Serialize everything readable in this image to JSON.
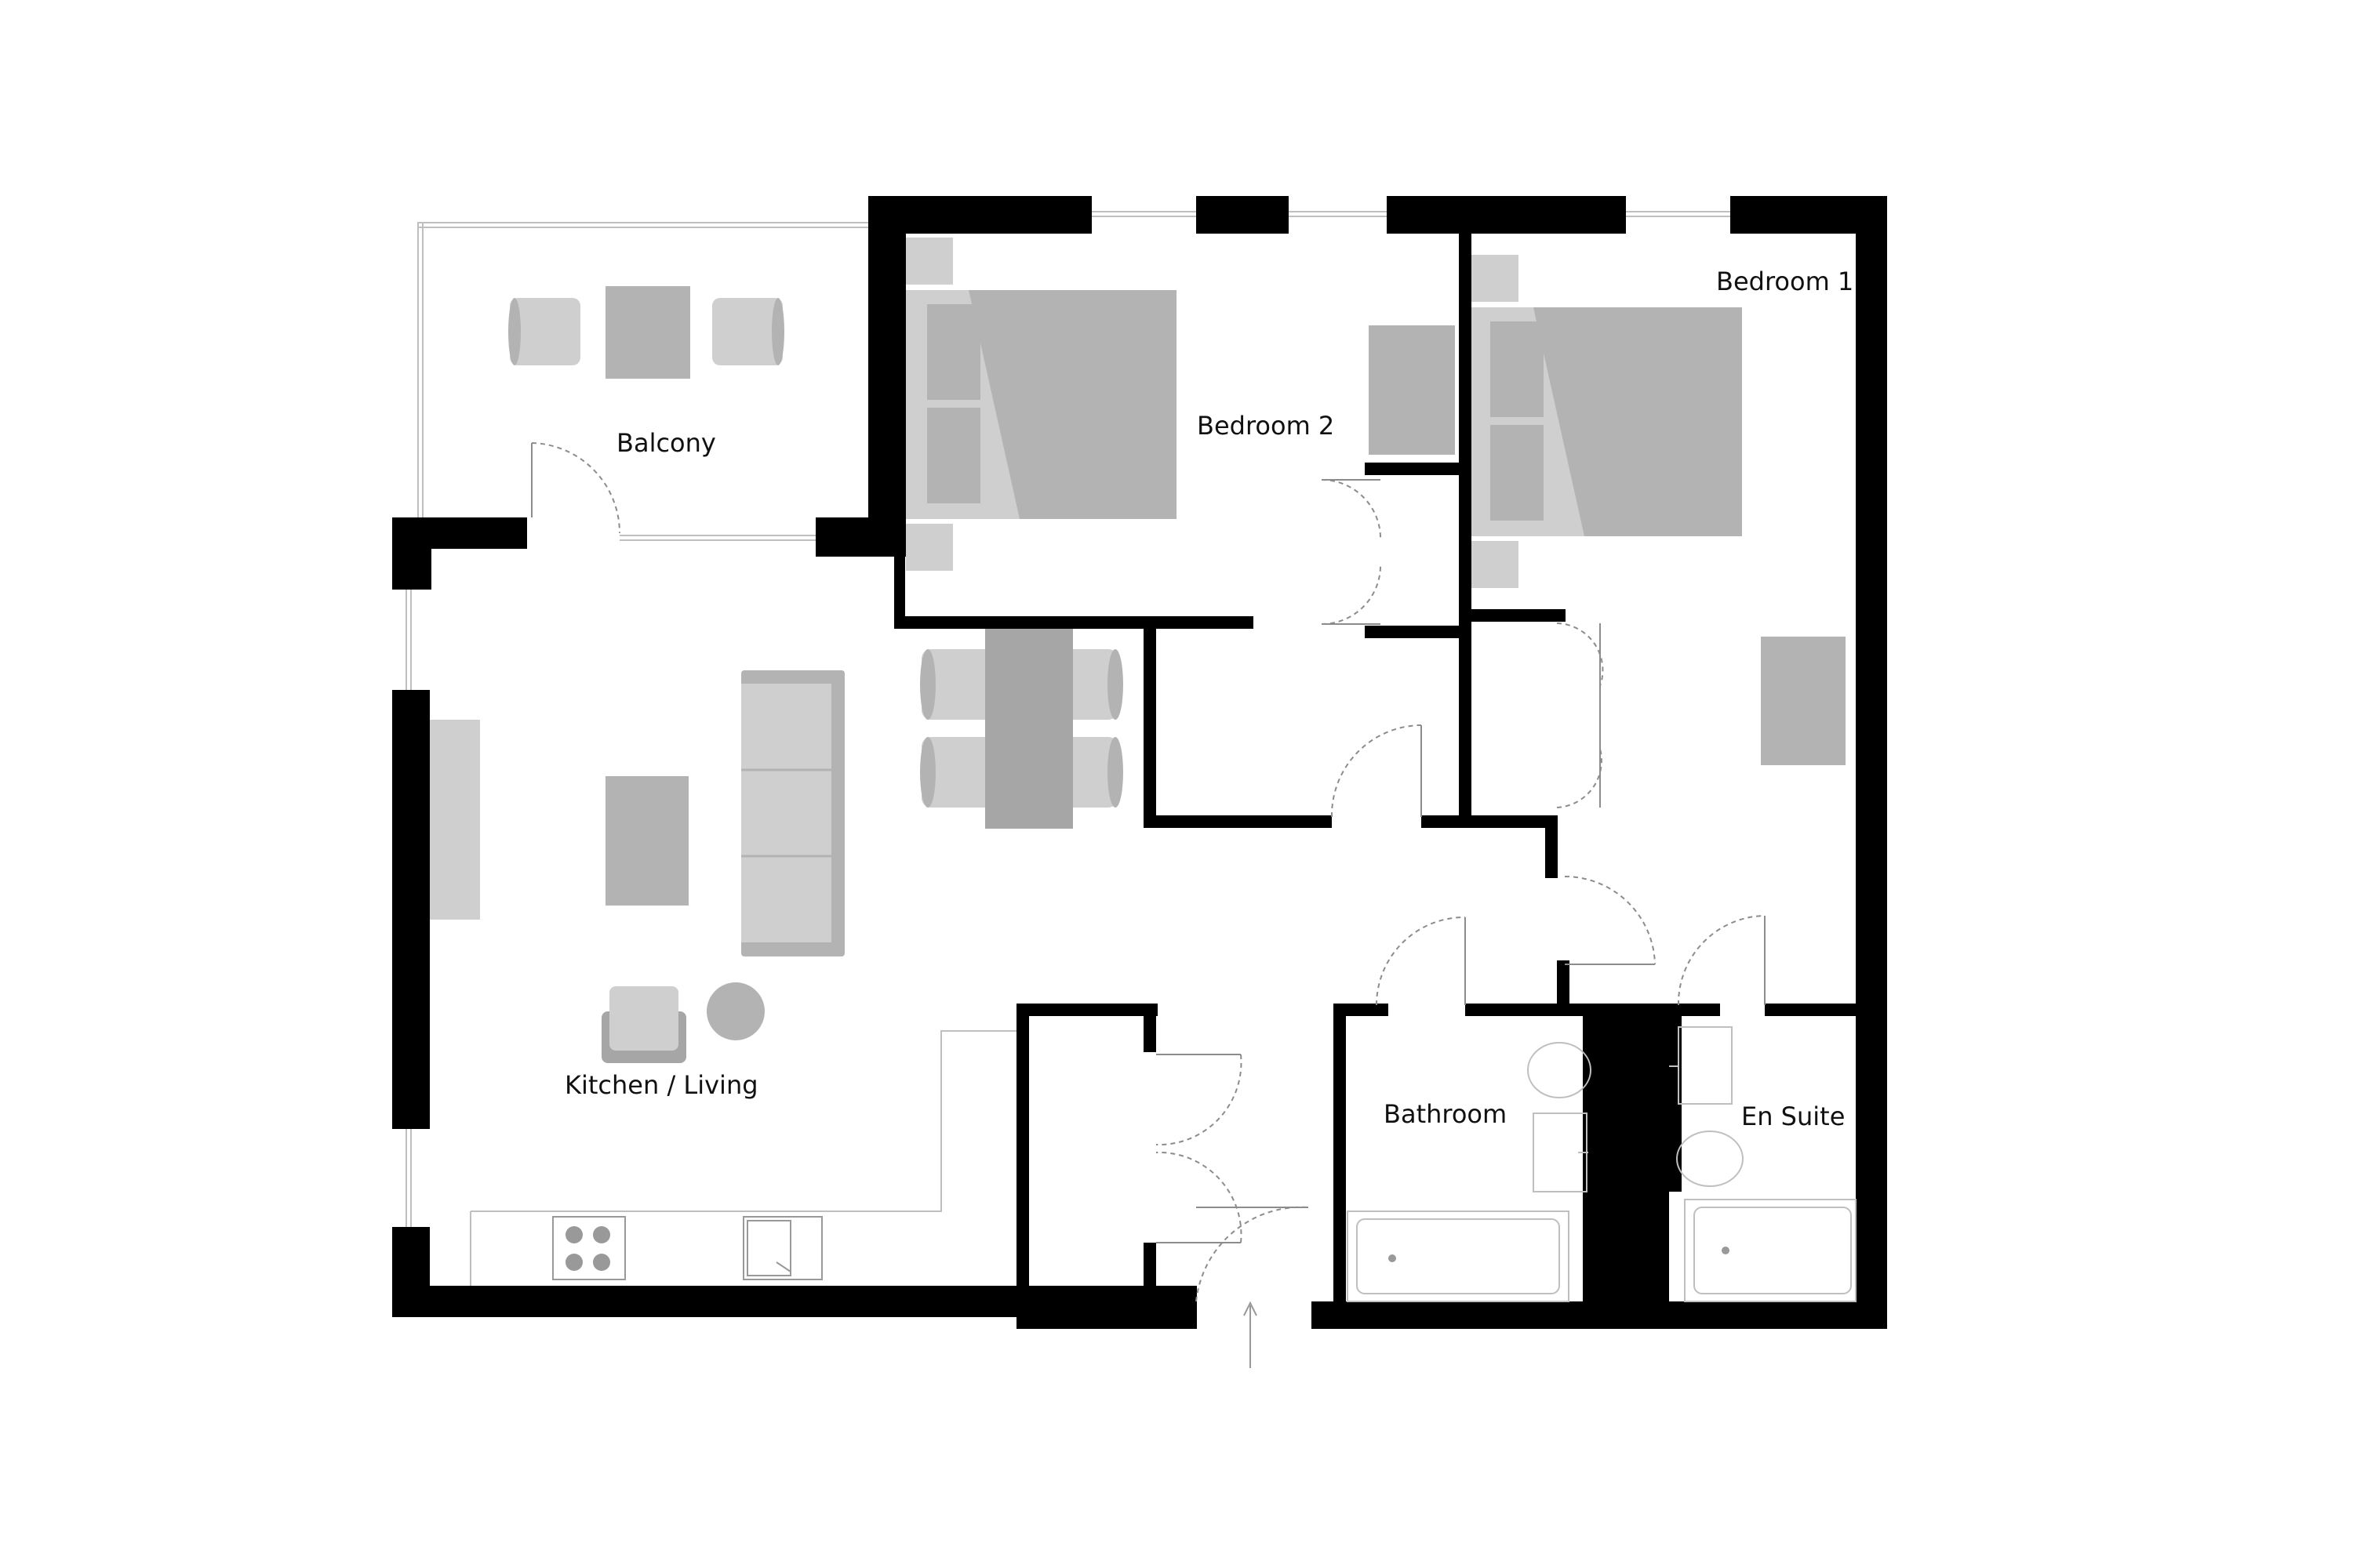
{
  "labels": {
    "balcony": "Balcony",
    "bedroom_2": "Bedroom 2",
    "bedroom_1": "Bedroom 1",
    "kitchen_living": "Kitchen / Living",
    "bathroom": "Bathroom",
    "en_suite": "En Suite"
  },
  "colors": {
    "wall": "#000000",
    "furniture": "#b3b3b3",
    "furniture_light": "#cfcfcf",
    "furniture_dark": "#a6a6a6",
    "fixture_line": "#bfbfbf",
    "door_line": "#8c8c8c"
  }
}
